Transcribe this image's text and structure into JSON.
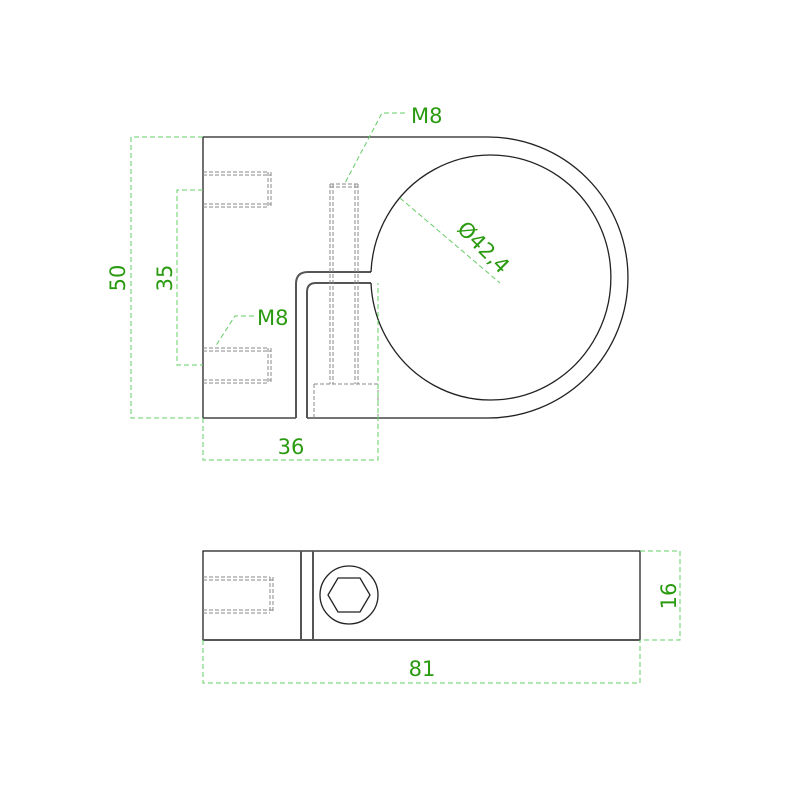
{
  "drawing": {
    "top_view": {
      "dimensions": {
        "height": "50",
        "hole_spacing": "35",
        "slot_offset": "36",
        "bore_diameter": "Ø42,4"
      },
      "thread_labels": {
        "vertical_bolt": "M8",
        "side_holes": "M8"
      }
    },
    "bottom_view": {
      "dimensions": {
        "length": "81",
        "thickness": "16"
      }
    },
    "colors": {
      "outline": "#222222",
      "dimension": "#2a9a10",
      "dimension_line": "#66cc66",
      "hidden_line": "#888888"
    }
  }
}
